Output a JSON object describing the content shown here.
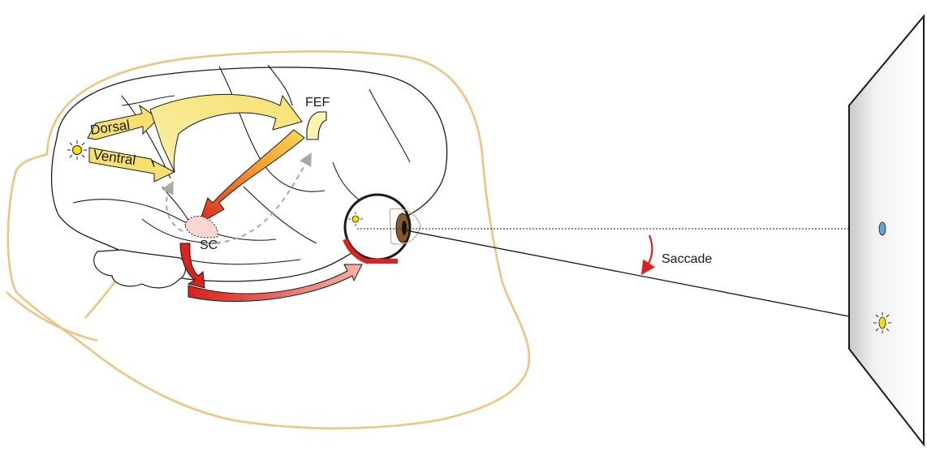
{
  "labels": {
    "dorsal": "Dorsal",
    "ventral": "Ventral",
    "fef": "FEF",
    "sc": "SC",
    "saccade": "Saccade"
  },
  "colors": {
    "head_outline": "#f0c27a",
    "dorsal_stream": "#f7e67a",
    "fef_region": "#fff3b0",
    "fef_to_sc_start": "#f2c84a",
    "fef_to_sc_end": "#e23b1f",
    "sc_to_eye": "#d9231f",
    "stimulus": "#f4e10a",
    "fixation_point": "#5aa7dc",
    "dashed_feedback": "#a8a8a8",
    "iris": "#8b5a2b"
  },
  "icons": [
    "light-stimulus-icon",
    "eye-icon",
    "fixation-point-icon"
  ]
}
